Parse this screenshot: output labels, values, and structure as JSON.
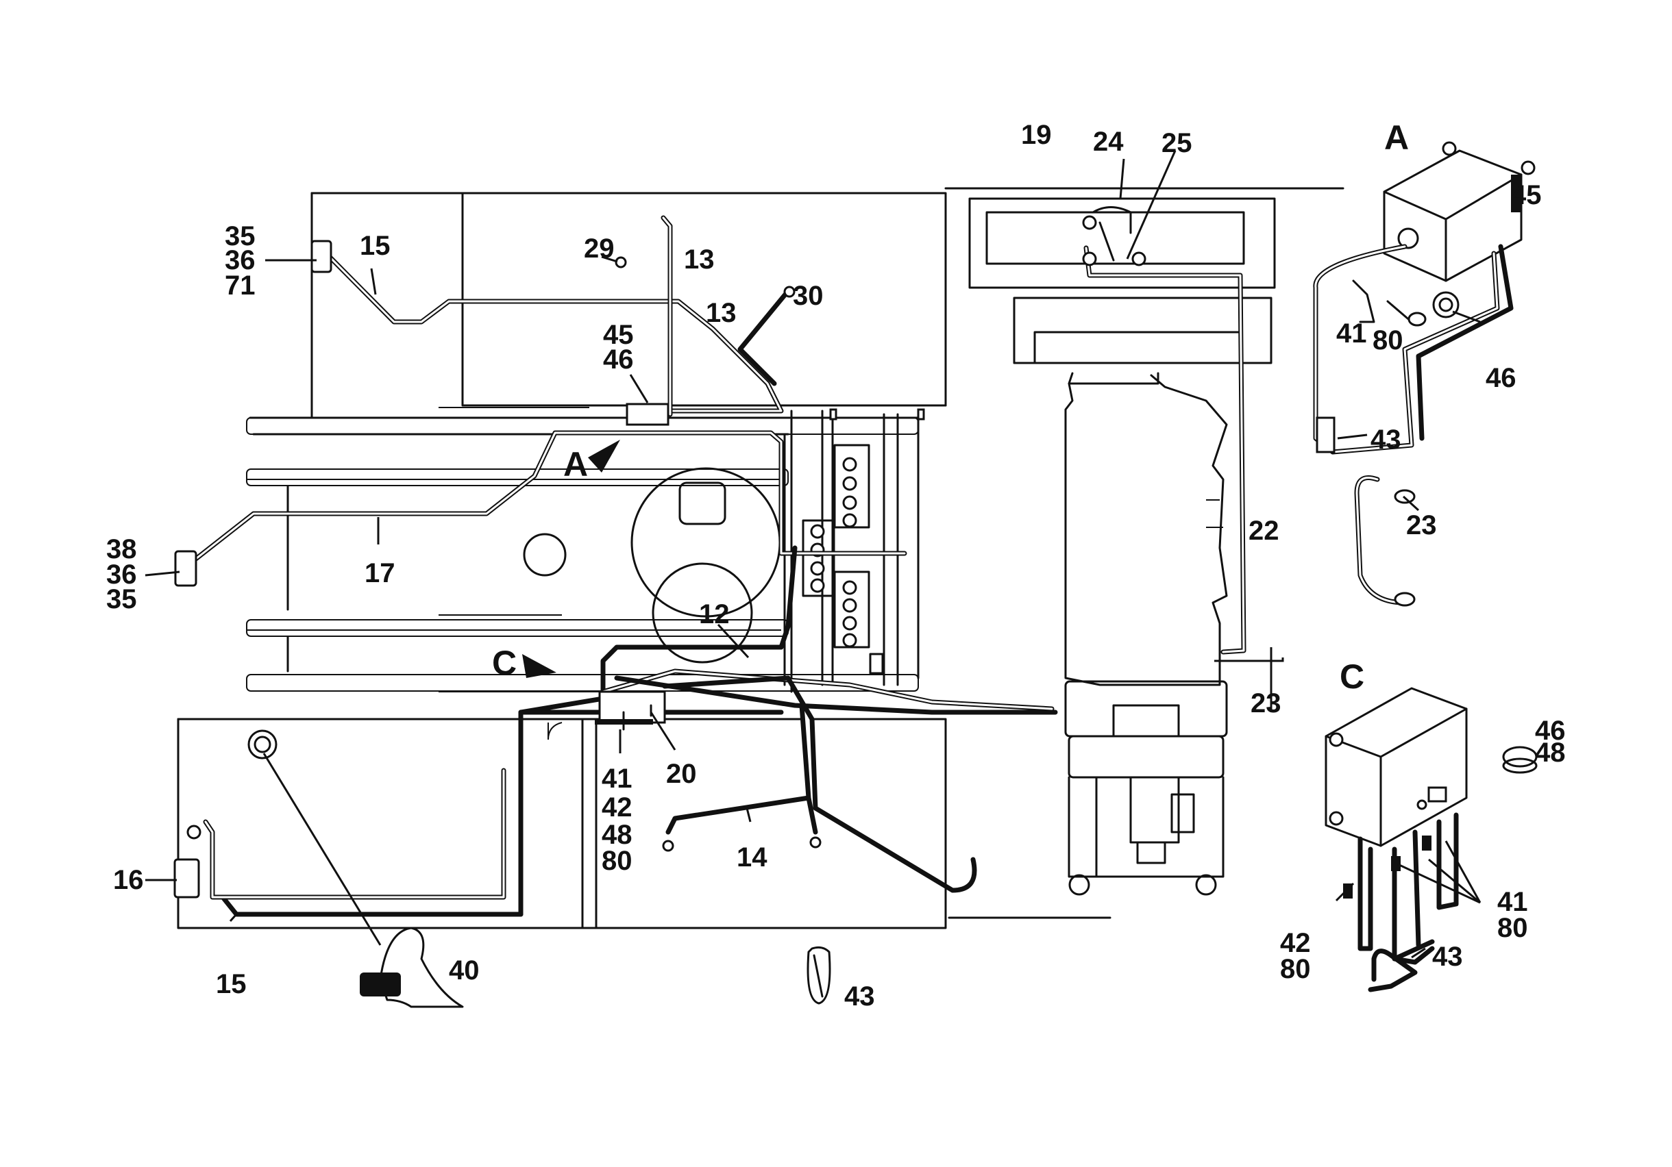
{
  "labels": {
    "p35a": "35",
    "p36a": "36",
    "p71": "71",
    "p15a": "15",
    "p29": "29",
    "p13a": "13",
    "p13b": "13",
    "p30": "30",
    "p45": "45",
    "p46a": "46",
    "p38": "38",
    "p36b": "36",
    "p35b": "35",
    "p17": "17",
    "p12": "12",
    "p41a": "41",
    "p42a": "42",
    "p48a": "48",
    "p80a": "80",
    "p20": "20",
    "p14": "14",
    "p16": "16",
    "p15b": "15",
    "p40": "40",
    "p43a": "43",
    "p19": "19",
    "p24": "24",
    "p25": "25",
    "p22": "22",
    "p23a": "23",
    "p45b": "45",
    "p41b": "41",
    "p80b": "80",
    "p46b": "46",
    "p43b": "43",
    "p23b": "23",
    "p46c": "46",
    "p48b": "48",
    "p41c": "41",
    "p80c": "80",
    "p42b": "42",
    "p80d": "80",
    "p43c": "43"
  },
  "view_markers": {
    "arrow_a": "A",
    "arrow_c": "C",
    "detail_a_title": "A",
    "detail_c_title": "C"
  }
}
